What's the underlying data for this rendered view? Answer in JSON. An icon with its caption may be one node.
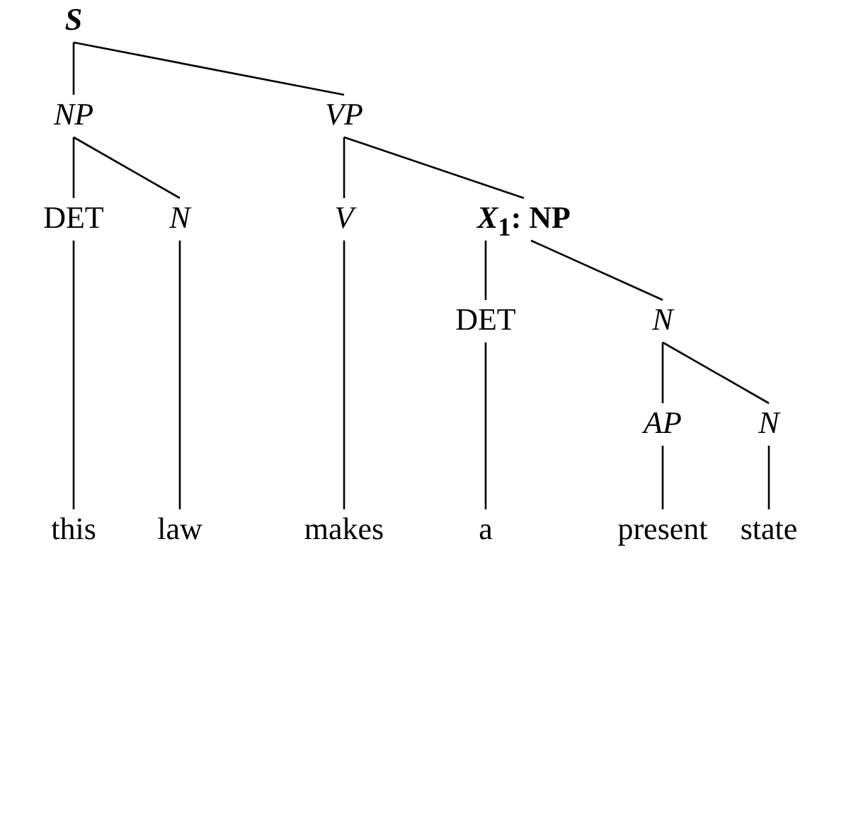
{
  "diagram": {
    "nodes": [
      {
        "text": [
          "S"
        ]
      },
      {
        "text": [
          "NP"
        ]
      },
      {
        "text": [
          "VP"
        ]
      },
      {
        "text": [
          "DET"
        ]
      },
      {
        "text": [
          "N"
        ]
      },
      {
        "text": [
          "V"
        ]
      },
      {
        "text": [
          "*X*$_{1}$: NP"
        ]
      },
      {
        "text": [
          "DET"
        ]
      },
      {
        "text": [
          "N"
        ]
      },
      {
        "text": [
          "AP"
        ]
      },
      {
        "text": [
          "N"
        ]
      },
      {
        "text": [
          "this"
        ]
      },
      {
        "text": [
          "law"
        ]
      },
      {
        "text": [
          "makes"
        ]
      },
      {
        "text": [
          "a"
        ]
      },
      {
        "text": [
          "present"
        ]
      },
      {
        "text": [
          "state"
        ]
      }
    ],
    "edges": [
      {
        "from": 0,
        "to": 1,
        "arrow": "none"
      },
      {
        "from": 0,
        "to": 2,
        "arrow": "none"
      },
      {
        "from": 1,
        "to": 3,
        "arrow": "none"
      },
      {
        "from": 1,
        "to": 4,
        "arrow": "none"
      },
      {
        "from": 2,
        "to": 5,
        "arrow": "none"
      },
      {
        "from": 2,
        "to": 6,
        "arrow": "none"
      },
      {
        "from": 6,
        "to": 7,
        "arrow": "none"
      },
      {
        "from": 6,
        "to": 8,
        "arrow": "none"
      },
      {
        "from": 8,
        "to": 9,
        "arrow": "none"
      },
      {
        "from": 8,
        "to": 10,
        "arrow": "none"
      },
      {
        "from": 3,
        "to": 11,
        "arrow": "none"
      },
      {
        "from": 4,
        "to": 12,
        "arrow": "none"
      },
      {
        "from": 5,
        "to": 13,
        "arrow": "none"
      },
      {
        "from": 7,
        "to": 14,
        "arrow": "none"
      },
      {
        "from": 9,
        "to": 15,
        "arrow": "none"
      },
      {
        "from": 10,
        "to": 16,
        "arrow": "none"
      }
    ]
  }
}
